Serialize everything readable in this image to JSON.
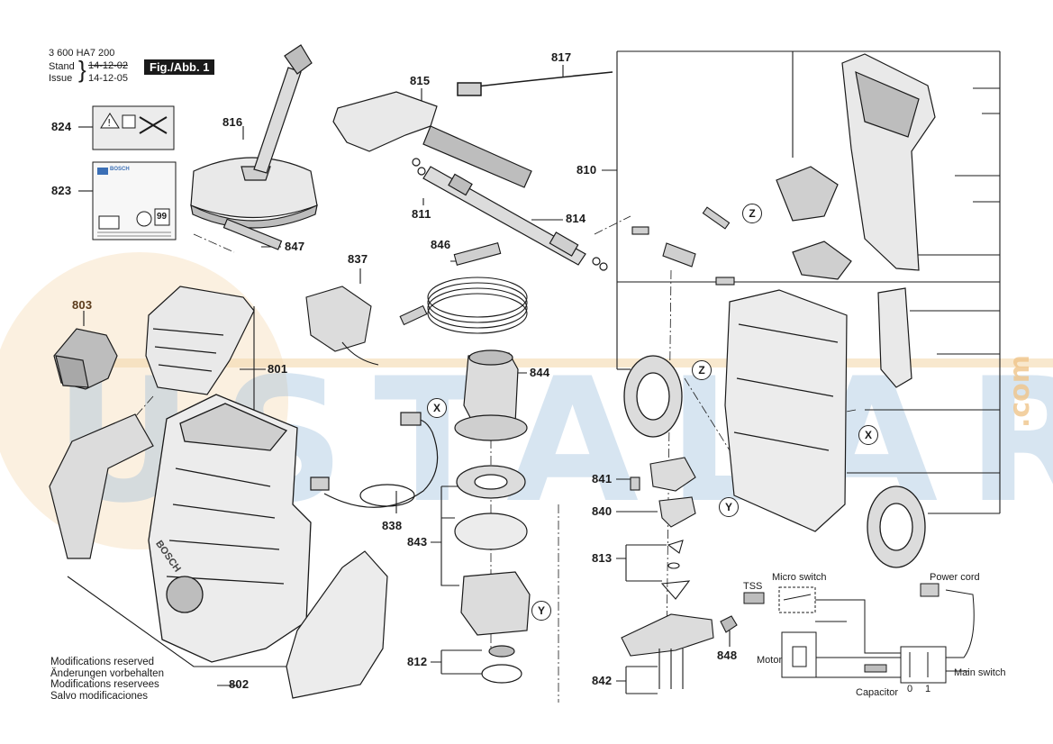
{
  "header": {
    "doc_number": "3 600 HA7 200",
    "stand_label": "Stand",
    "issue_label": "Issue",
    "stand_date": "14-12-02",
    "issue_date": "14-12-05",
    "figure_label": "Fig./Abb. 1"
  },
  "parts": {
    "p801": "801",
    "p802": "802",
    "p803": "803",
    "p810": "810",
    "p811": "811",
    "p812": "812",
    "p813": "813",
    "p814": "814",
    "p815": "815",
    "p816": "816",
    "p817": "817",
    "p823": "823",
    "p824": "824",
    "p837": "837",
    "p838": "838",
    "p840": "840",
    "p841": "841",
    "p842": "842",
    "p843": "843",
    "p844": "844",
    "p846": "846",
    "p847": "847",
    "p848": "848"
  },
  "markers": {
    "x": "X",
    "y": "Y",
    "z": "Z"
  },
  "notes": [
    "Modifications reserved",
    "Änderungen vorbehalten",
    "Modifications reservees",
    "Salvo modificaciones"
  ],
  "wiring": {
    "micro_switch": "Micro switch",
    "tss": "TSS",
    "motor": "Motor",
    "capacitor": "Capacitor",
    "power_cord": "Power cord",
    "main_switch": "Main switch",
    "pos_0": "0",
    "pos_1": "1"
  },
  "label_823": {
    "brand": "BOSCH",
    "rating": "99"
  },
  "housing_brand": "BOSCH",
  "watermark": {
    "text": "USTALARA",
    "suffix": ".com"
  },
  "colors": {
    "line": "#1a1a1a",
    "part_fill": "#e9e9e9",
    "watermark_blue": "#8fb6d9",
    "watermark_orange": "#f0c58a",
    "label_823_accent": "#3b6fb5"
  }
}
